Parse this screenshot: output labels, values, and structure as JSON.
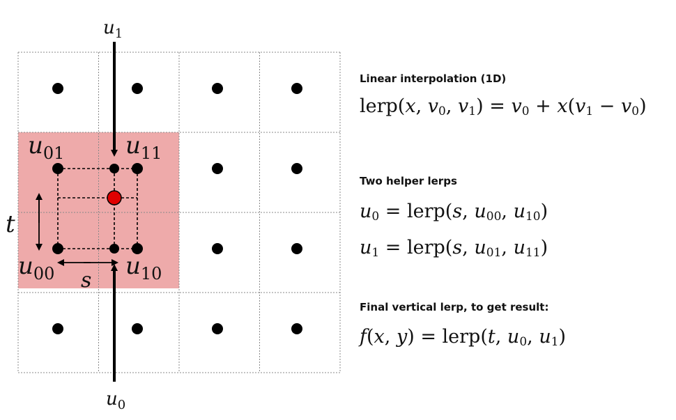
{
  "diagram": {
    "labels": {
      "u1_top": {
        "base": "u",
        "sub": "1"
      },
      "u0_bottom": {
        "base": "u",
        "sub": "0"
      },
      "u01": {
        "base": "u",
        "sub": "01"
      },
      "u11": {
        "base": "u",
        "sub": "11"
      },
      "u00": {
        "base": "u",
        "sub": "00"
      },
      "u10": {
        "base": "u",
        "sub": "10"
      },
      "t": "t",
      "s": "s"
    },
    "colors": {
      "highlight_region": "#eeaaaa",
      "sample_point": "#e00000",
      "grid_line": "#888888",
      "dots": "#000000"
    },
    "dot_rows": 4,
    "dot_cols": 4
  },
  "formulas": {
    "section1_heading": "Linear interpolation (1D)",
    "section2_heading": "Two helper lerps",
    "section3_heading": "Final vertical lerp, to get result:"
  }
}
